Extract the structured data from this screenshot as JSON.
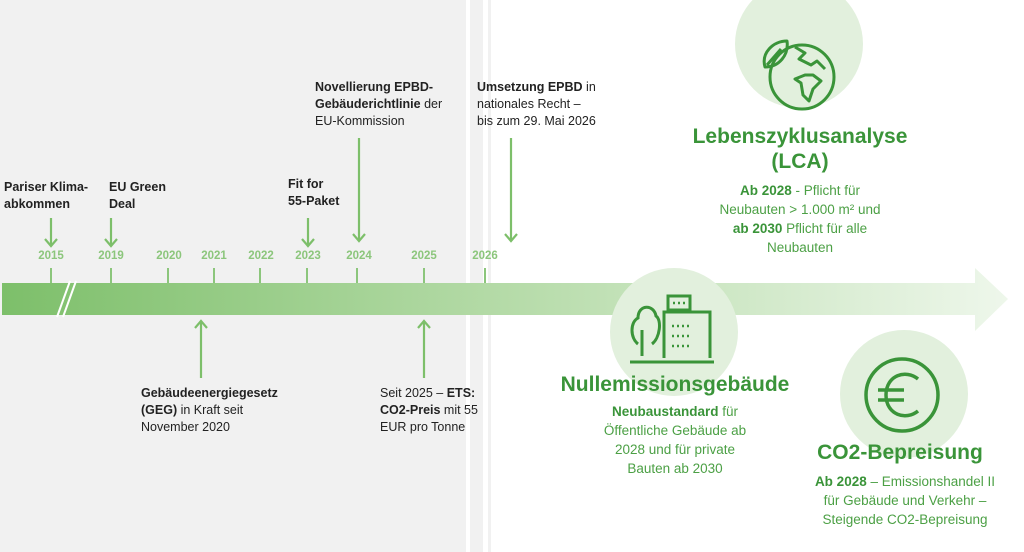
{
  "colors": {
    "accent": "#3a9439",
    "timeline": "#7dbf6a",
    "circle": "#e2f0dd"
  },
  "years": [
    "2015",
    "2019",
    "2020",
    "2021",
    "2022",
    "2023",
    "2024",
    "2025",
    "2026"
  ],
  "events_top": [
    {
      "bold": "Pariser Klima-",
      "bold2": "abkommen",
      "year": "2015"
    },
    {
      "bold": "EU Green",
      "bold2": "Deal",
      "year": "2019"
    },
    {
      "bold": "Fit for",
      "bold2": "55-Paket",
      "year": "2023"
    },
    {
      "bold": "Novellierung EPBD-",
      "bold2": "Gebäuderichtlinie",
      "rest": " der",
      "line3": "EU-Kommission",
      "year": "2024"
    },
    {
      "bold": "Umsetzung EPBD",
      "rest": " in",
      "line2": "nationales Recht –",
      "line3": "bis zum 29. Mai 2026",
      "year": "2026"
    }
  ],
  "events_bottom": [
    {
      "bold": "Gebäudeenergiegesetz",
      "bold2": "(GEG)",
      "rest": " in Kraft seit",
      "line3": "November 2020"
    },
    {
      "pre": "Seit 2025 – ",
      "bold": "ETS:",
      "bold2": "CO2-Preis",
      "rest": " mit 55",
      "line3": "EUR pro Tonne"
    }
  ],
  "outlook": {
    "lca": {
      "icon": "globe-leaf-icon",
      "title1": "Lebenszyklusanalyse",
      "title2": "(LCA)",
      "b1": "Ab 2028",
      "t1": " - Pflicht für",
      "t2": "Neubauten > 1.000 m² und",
      "b2": "ab 2030",
      "t3": " Pflicht für alle",
      "t4": "Neubauten"
    },
    "zeb": {
      "icon": "building-tree-icon",
      "title": "Nullemissionsgebäude",
      "b1": "Neubaustandard",
      "t1": " für",
      "t2": "Öffentliche Gebäude ab",
      "t3": "2028 und für private",
      "t4": "Bauten ab 2030"
    },
    "co2": {
      "icon": "euro-icon",
      "title": "CO2-Bepreisung",
      "b1": "Ab 2028",
      "t1": " – Emissionshandel II",
      "t2": "für Gebäude und Verkehr –",
      "t3": "Steigende CO2-Bepreisung"
    }
  }
}
